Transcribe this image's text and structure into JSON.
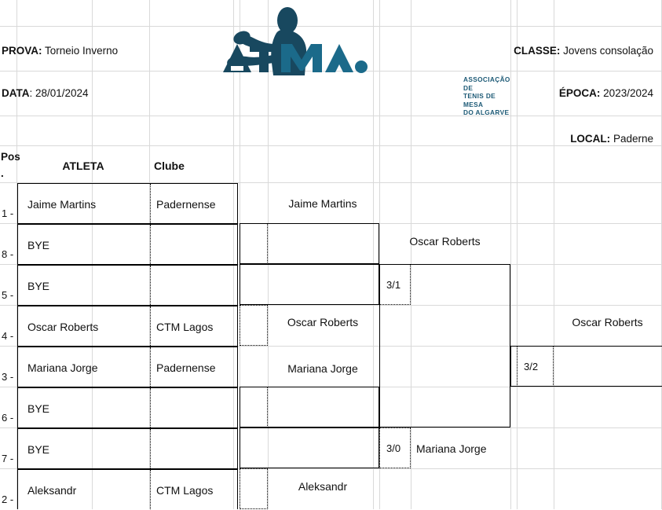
{
  "meta": {
    "prova_label": "PROVA:",
    "prova_value": "Torneio Inverno",
    "data_label": "DATA",
    "data_value": ": 28/01/2024",
    "classe_label": "CLASSE:",
    "classe_value": "Jovens consolação",
    "epoca_label": "ÉPOCA:",
    "epoca_value": "2023/2024",
    "local_label": "LOCAL:",
    "local_value": "Paderne"
  },
  "logo": {
    "wordmark": "ATMA.",
    "subtitle_line1": "ASSOCIAÇÃO DE",
    "subtitle_line2": "TENIS DE MESA",
    "subtitle_line3": "DO ALGARVE",
    "color": "#18485f",
    "color_light": "#1d7091"
  },
  "columns": {
    "pos_line1": "Pos",
    "pos_line2": ".",
    "atleta": "ATLETA",
    "clube": "Clube"
  },
  "bracket": {
    "round1": [
      {
        "seed": "1 -",
        "name": "Jaime Martins",
        "club": "Padernense"
      },
      {
        "seed": "8 -",
        "name": "BYE",
        "club": ""
      },
      {
        "seed": "5 -",
        "name": "BYE",
        "club": ""
      },
      {
        "seed": "4 -",
        "name": "Oscar Roberts",
        "club": "CTM Lagos"
      },
      {
        "seed": "3 -",
        "name": "Mariana Jorge",
        "club": "Padernense"
      },
      {
        "seed": "6 -",
        "name": "BYE",
        "club": ""
      },
      {
        "seed": "7 -",
        "name": "BYE",
        "club": ""
      },
      {
        "seed": "2 -",
        "name": "Aleksandr",
        "club": "CTM Lagos"
      }
    ],
    "round2": [
      {
        "name": "Jaime Martins",
        "score": ""
      },
      {
        "name": "Oscar Roberts",
        "score": ""
      },
      {
        "name": "Mariana Jorge",
        "score": ""
      },
      {
        "name": "Aleksandr",
        "score": ""
      }
    ],
    "round3": [
      {
        "name": "Oscar Roberts",
        "score": "3/1"
      },
      {
        "name": "Mariana Jorge",
        "score": "3/0"
      }
    ],
    "final": [
      {
        "name": "Oscar Roberts",
        "score": "3/2"
      }
    ]
  }
}
